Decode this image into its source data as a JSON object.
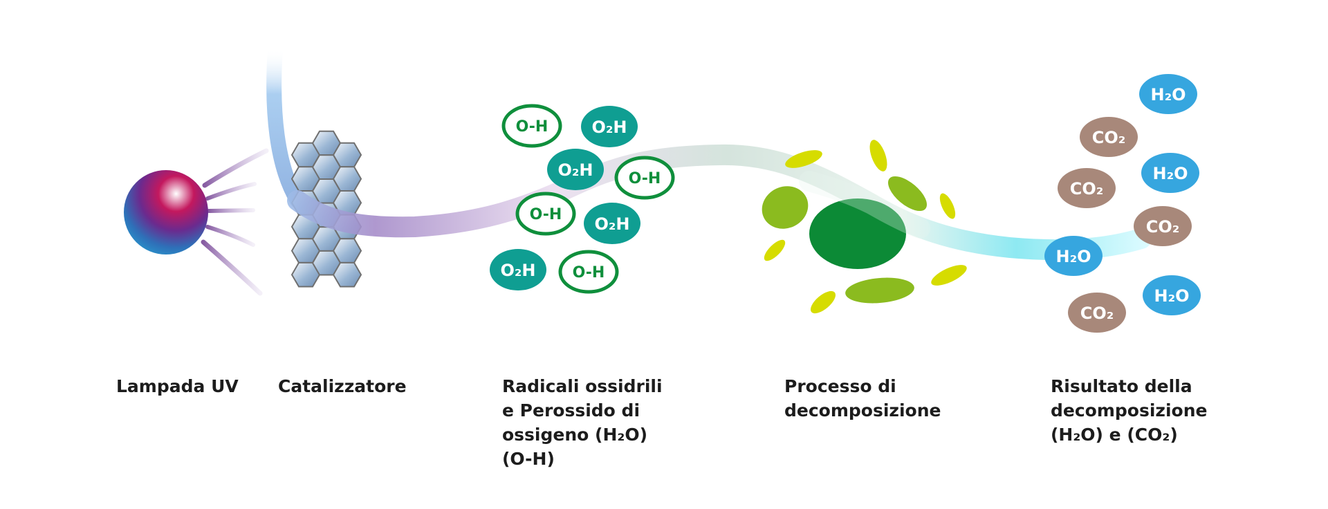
{
  "stages": [
    {
      "id": "uv-lamp",
      "lines": [
        "Lampada UV"
      ]
    },
    {
      "id": "catalyst",
      "lines": [
        "Catalizzatore"
      ]
    },
    {
      "id": "radicals",
      "lines": [
        "Radicali ossidrili",
        "e Perossido di",
        "ossigeno (H₂O)",
        "(O-H)"
      ]
    },
    {
      "id": "decomposition",
      "lines": [
        "Processo di",
        "decomposizione"
      ]
    },
    {
      "id": "result",
      "lines": [
        "Risultato della",
        "decomposizione",
        "(H₂O) e (CO₂)"
      ]
    }
  ],
  "molecules": {
    "hydroxyl": {
      "label": "O-H",
      "color": "#0f8f3c"
    },
    "hydroperoxyl": {
      "label": "O₂H",
      "color": "#0f9e92"
    },
    "water": {
      "label": "H₂O",
      "color": "#36a6df"
    },
    "carbon_dioxide": {
      "label": "CO₂",
      "color": "#a8887a"
    }
  },
  "colors": {
    "lamp_magenta": "#c3185e",
    "lamp_blue": "#2f6fb8",
    "ray_purple": "#7a4a98",
    "catalyst_cell": "#9ab6d4",
    "stream_blue": "#9cc6ee",
    "stream_cyan": "#7fe6f0",
    "leaf_green": "#8bbb1f",
    "leaf_yellow": "#d6dc00",
    "core_green": "#0c8a36",
    "text": "#1c1c1c"
  }
}
